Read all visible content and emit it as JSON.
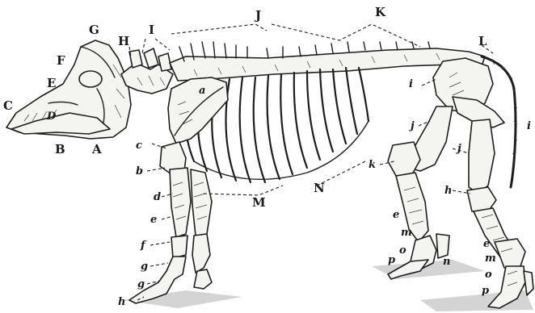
{
  "labels": {
    "A": "A",
    "B": "B",
    "C": "C",
    "D": "D",
    "E": "E",
    "F": "F",
    "G": "G",
    "H": "H",
    "I": "I",
    "J": "J",
    "K": "K",
    "L": "L",
    "M": "M",
    "N": "N",
    "a": "a",
    "b": "b",
    "c": "c",
    "d_fore": "d",
    "e_fore": "e",
    "f": "f",
    "g1": "g",
    "g2": "g",
    "h_fore": "h",
    "i_hip": "i",
    "i_tail": "i",
    "j_hind": "j",
    "j_right": "j",
    "k": "k",
    "h_hind": "h",
    "e_hind1": "e",
    "e_hind2": "e",
    "m1": "m",
    "m2": "m",
    "o1": "o",
    "o2": "o",
    "p1": "p",
    "p2": "p",
    "n": "n"
  }
}
